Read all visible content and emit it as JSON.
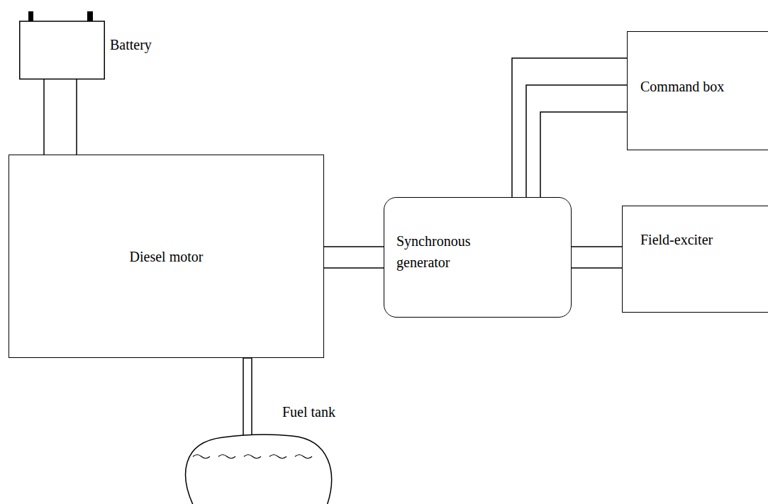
{
  "diagram": {
    "nodes": [
      {
        "text": [
          "Battery"
        ]
      },
      {
        "text": [
          "Diesel motor"
        ]
      },
      {
        "text": [
          "Synchronous generator"
        ]
      },
      {
        "text": [
          "Command box"
        ]
      },
      {
        "text": [
          "Field-exciter"
        ]
      },
      {
        "text": [
          "Fuel tank"
        ]
      }
    ],
    "edges": [
      {
        "from": 0,
        "to": 1,
        "arrow": "none"
      },
      {
        "from": 0,
        "to": 1,
        "arrow": "none"
      },
      {
        "from": 1,
        "to": 2,
        "arrow": "none"
      },
      {
        "from": 1,
        "to": 2,
        "arrow": "none"
      },
      {
        "from": 2,
        "to": 3,
        "arrow": "none"
      },
      {
        "from": 2,
        "to": 3,
        "arrow": "none"
      },
      {
        "from": 2,
        "to": 3,
        "arrow": "none"
      },
      {
        "from": 2,
        "to": 4,
        "arrow": "none"
      },
      {
        "from": 2,
        "to": 4,
        "arrow": "none"
      },
      {
        "from": 1,
        "to": 5,
        "arrow": "none"
      }
    ]
  }
}
